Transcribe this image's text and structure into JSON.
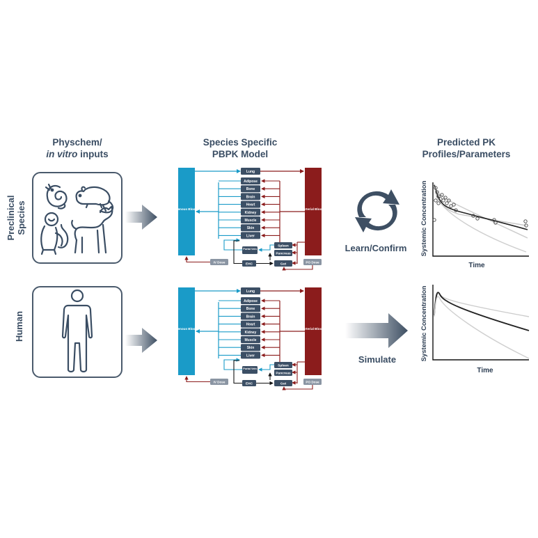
{
  "headers": {
    "inputs_line1": "Physchem/",
    "inputs_line2_italic": "in vitro",
    "inputs_line2_rest": " inputs",
    "model_line1": "Species Specific",
    "model_line2": "PBPK Model",
    "pk_line1": "Predicted PK",
    "pk_line2": "Profiles/Parameters"
  },
  "rows": {
    "preclinical_line1": "Preclinical",
    "preclinical_line2": "Species",
    "human": "Human"
  },
  "actions": {
    "learn_confirm": "Learn/Confirm",
    "simulate": "Simulate"
  },
  "pbpk": {
    "lung": "Lung",
    "venous": "Venous Blood",
    "arterial": "Arterial Blood",
    "organs": [
      "Adipose",
      "Bone",
      "Brain",
      "Heart",
      "Kidney",
      "Muscle",
      "Skin",
      "Liver"
    ],
    "spleen": "Spleen",
    "portal_vein": "Portal Vein",
    "pancreas": "Pancreas",
    "ehc": "EHC",
    "gut": "Gut",
    "iv_dose": "IV Dose",
    "po_dose": "PO Dose"
  },
  "plots": {
    "ylabel": "Systemic Concentration",
    "xlabel": "Time"
  },
  "colors": {
    "venous": "#1a9bc8",
    "arterial": "#8b1c1c",
    "organ_box": "#3c4f65",
    "text": "#3a4d63"
  }
}
